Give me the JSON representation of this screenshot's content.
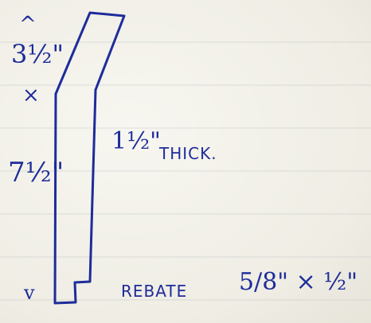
{
  "labels": {
    "top_arrow": "^",
    "top_length": "3½\"",
    "crossover_mark": "×",
    "bottom_length": "7½\"",
    "bottom_arrow": "v",
    "thickness_value": "1½\"",
    "thickness_word": "THICK.",
    "rebate_word": "REBATE",
    "rebate_size": "5/8\" × ½\""
  },
  "colors": {
    "ink": "#1d2c9a",
    "paper": "#f2f0e8"
  }
}
